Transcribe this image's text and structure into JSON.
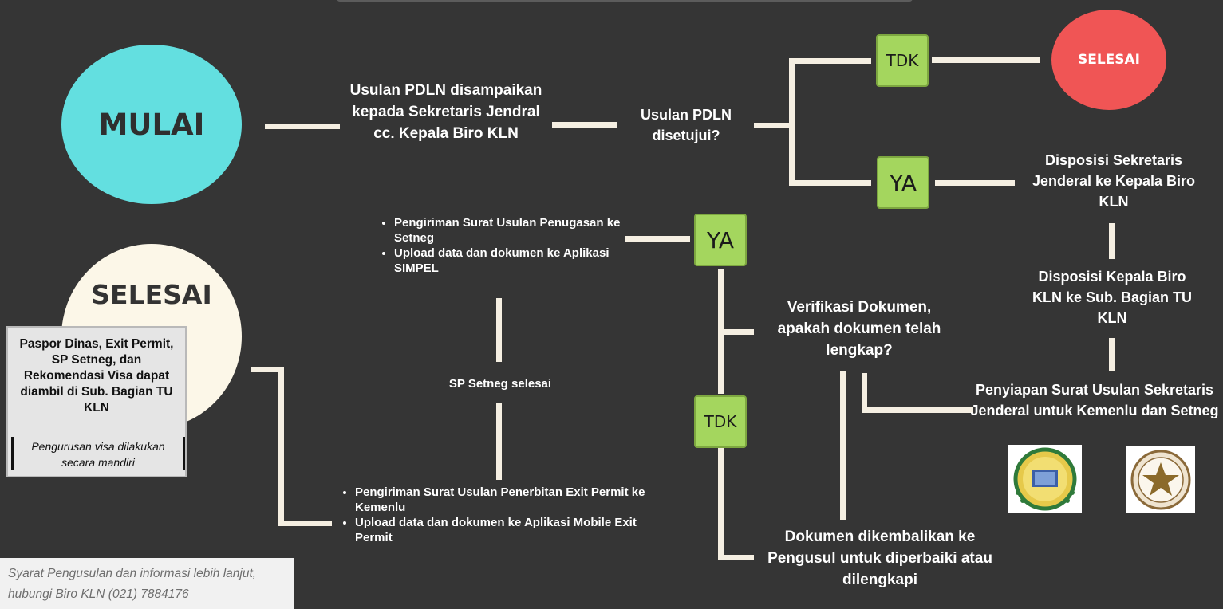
{
  "start": "MULAI",
  "end_top": "SELESAI",
  "end_left": "SELESAI",
  "step_submit": "Usulan PDLN disampaikan kepada Sekretaris Jendral cc. Kepala Biro KLN",
  "decision_approved": "Usulan PDLN disetujui?",
  "answer_no_top": "TDK",
  "answer_yes_top": "YA",
  "step_disposisi_sekjen": "Disposisi Sekretaris Jenderal ke Kepala Biro KLN",
  "step_disposisi_kepala": "Disposisi Kepala Biro KLN ke Sub. Bagian TU KLN",
  "step_penyiapan": "Penyiapan Surat Usulan Sekretaris Jenderal untuk Kemenlu dan Setneg",
  "decision_verifikasi": "Verifikasi Dokumen, apakah dokumen telah lengkap?",
  "answer_yes_mid": "YA",
  "answer_no_mid": "TDK",
  "step_dikembalikan": "Dokumen dikembalikan ke Pengusul untuk diperbaiki atau dilengkapi",
  "setneg_bullets": [
    "Pengiriman Surat Usulan Penugasan ke Setneg",
    "Upload data dan dokumen ke Aplikasi SIMPEL"
  ],
  "step_sp_selesai": "SP Setneg selesai",
  "exit_bullets": [
    "Pengiriman Surat Usulan Penerbitan Exit Permit ke Kemenlu",
    "Upload data dan dokumen ke Aplikasi Mobile Exit Permit"
  ],
  "info_box": "Paspor Dinas, Exit Permit, SP Setneg, dan Rekomendasi Visa dapat diambil di Sub. Bagian TU KLN",
  "info_note": "Pengurusan visa dilakukan secara mandiri",
  "footer": "Syarat Pengusulan dan informasi lebih lanjut, hubungi Biro KLN (021) 7884176",
  "colors": {
    "start": "#63dfe0",
    "end_top": "#f05555",
    "end_left": "#fcf7e8",
    "badge": "#a4d65e",
    "wire": "#f5efe2"
  }
}
